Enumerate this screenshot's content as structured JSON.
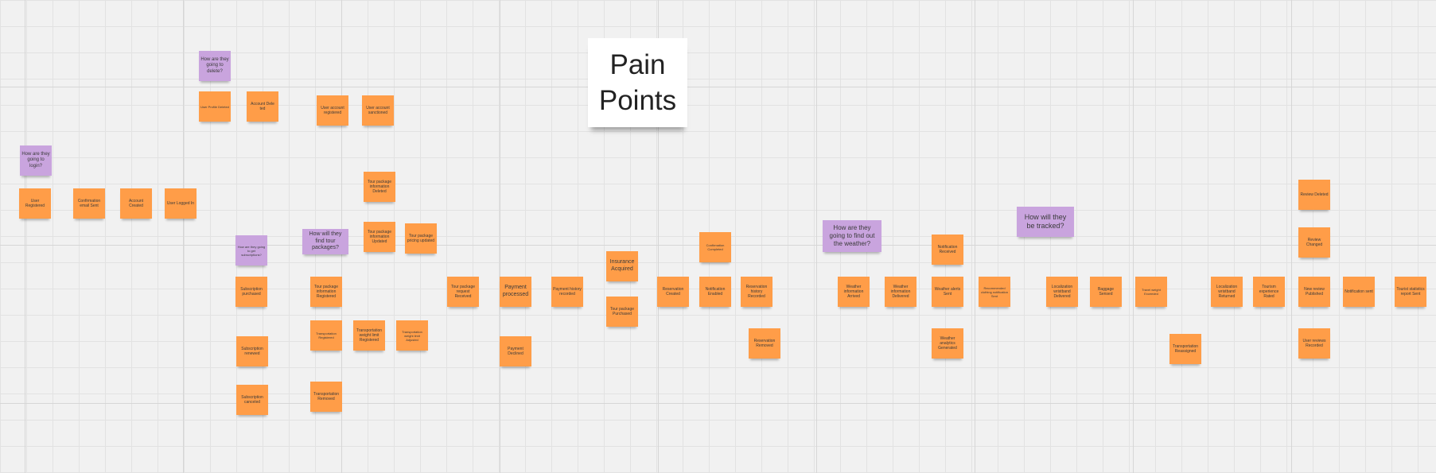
{
  "title_card": "Pain\nPoints",
  "notes": {
    "how_delete": "How are they going to delete?",
    "user_profile_deleted": "User Profile Deleted",
    "account_deleted": "Account Dele ted",
    "user_acc_registered": "User account registered",
    "user_acc_sanctioned": "User account sanctioned",
    "how_login": "How are they going to login?",
    "user_registered": "User Registered",
    "confirmation_email": "Confirmation email Sent",
    "account_created": "Account Created",
    "user_logged_in": "User Logged In",
    "tour_pkg_deleted": "Tour package information Deleted",
    "tour_pkg_updated": "Tour package information Updated",
    "tour_pkg_pricing": "Tour package pricing updated",
    "how_subscriptions": "How are they going to get subscriptions?",
    "how_find_tours": "How will they find tour packages?",
    "subscription_purchased": "Subscription purchased",
    "tour_pkg_registered": "Tour package information Registered",
    "transport_registered": "Transportation Registered",
    "transport_weight_registered": "Transportation weight limit Registered",
    "transport_weight_adjusted": "Transportation weight limit Adjusted",
    "subscription_renewed": "Subscription renewed",
    "transport_removed": "Transportation Removed",
    "subscription_canceled": "Subscription canceled",
    "tour_pkg_request": "Tour package request Received",
    "payment_processed": "Payment processed",
    "payment_declined": "Payment Declined",
    "payment_history": "Payment history recorded",
    "insurance_acquired": "Insurance Acquired",
    "tour_pkg_purchased": "Tour package Purchased",
    "reservation_created": "Reservation Created",
    "confirmation_completed": "Confirmation Completed",
    "notification_enabled": "Notification Enabled",
    "reservation_history": "Reservation history Recorded",
    "reservation_removed": "Reservation Removed",
    "how_weather": "How are they going to find out the weather?",
    "weather_arrived": "Weather information Arrived",
    "weather_delivered": "Weather information Delivered",
    "notification_received": "Notification Received",
    "weather_alerts": "Weather alerts Sent",
    "weather_analytics": "Weather analytics Generated",
    "recommended_clothing": "Recommended clothing notification Sent",
    "how_tracked": "How will they be tracked?",
    "localization_delivered": "Localization wristband Delivered",
    "baggage_sensed": "Baggage Sensed",
    "travel_weight": "Travel weight Exceeded",
    "transportation_reassigned": "Transportation Reassigned",
    "localization_returned": "Localization wristband Returned",
    "tourism_rated": "Tourism experience Rated",
    "review_deleted": "Review Deleted",
    "review_changed": "Review Changed",
    "new_review": "New review Published",
    "user_reviews": "User reviews Recorded",
    "notification_sent": "Notification sent",
    "tourist_statistics": "Tourist statistics report Sent"
  },
  "colors": {
    "event": "#ff9d48",
    "question": "#c9a4de",
    "card": "#ffffff",
    "canvas": "#f1f1f1"
  }
}
